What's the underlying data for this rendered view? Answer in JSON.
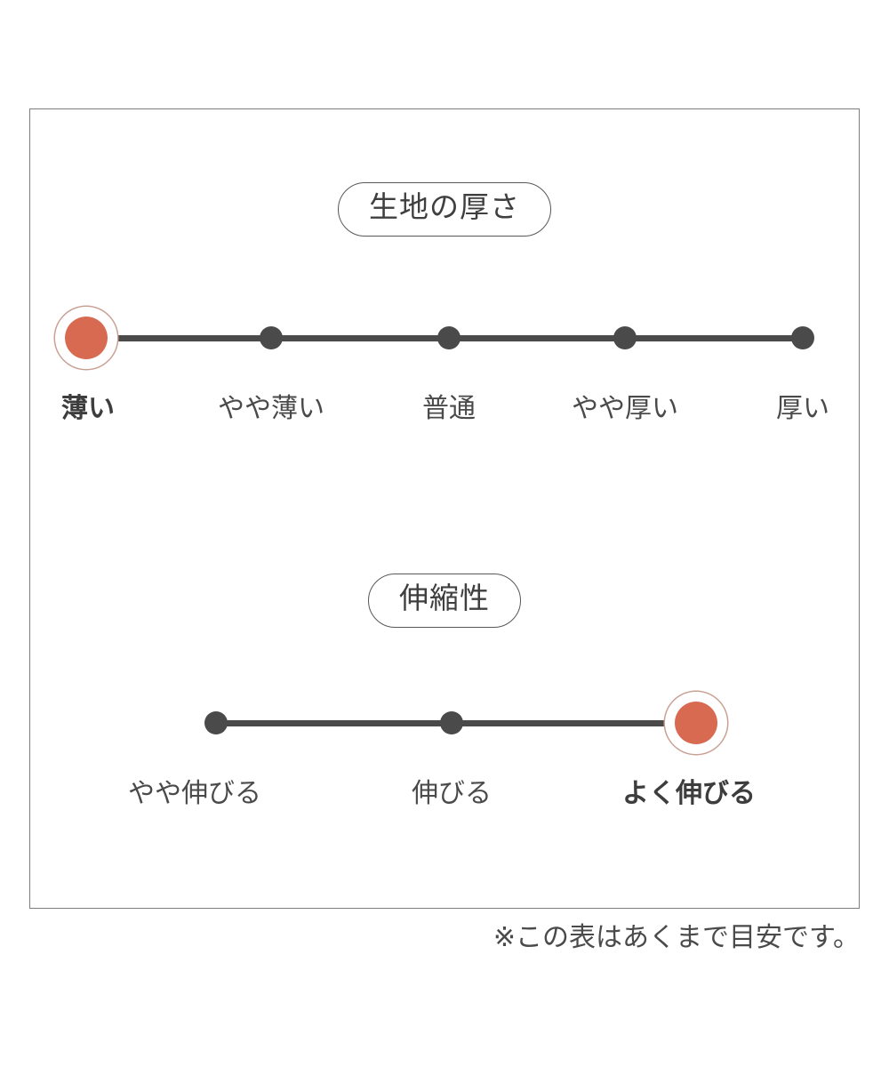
{
  "frame": {
    "present": true
  },
  "sections": [
    {
      "id": "fabric-thickness",
      "title": "生地の厚さ",
      "labels": [
        "薄い",
        "やや薄い",
        "普通",
        "やや厚い",
        "厚い"
      ],
      "selected_index": 0,
      "selected_label": "薄い"
    },
    {
      "id": "stretchiness",
      "title": "伸縮性",
      "labels": [
        "やや伸びる",
        "伸びる",
        "よく伸びる"
      ],
      "selected_index": 2,
      "selected_label": "よく伸びる"
    }
  ],
  "footnote": "※この表はあくまで目安です。",
  "colors": {
    "accent": "#d96a52",
    "accent_ring": "#c9a193",
    "track": "#4a4a4a",
    "node": "#4a4a4a",
    "text": "#4a4a4a",
    "frame_border": "#7d7d7d",
    "pill_border": "#575757",
    "background": "#ffffff"
  },
  "chart_data": {
    "type": "scale",
    "title": "",
    "charts": [
      {
        "type": "scale",
        "title": "生地の厚さ",
        "categories": [
          "薄い",
          "やや薄い",
          "普通",
          "やや厚い",
          "厚い"
        ],
        "values": [
          1,
          0,
          0,
          0,
          0
        ],
        "selected": "薄い",
        "selected_index": 0,
        "steps": 5,
        "xlabel": "",
        "ylabel": "",
        "legend": "none",
        "grid": false
      },
      {
        "type": "scale",
        "title": "伸縮性",
        "categories": [
          "やや伸びる",
          "伸びる",
          "よく伸びる"
        ],
        "values": [
          0,
          0,
          1
        ],
        "selected": "よく伸びる",
        "selected_index": 2,
        "steps": 3,
        "xlabel": "",
        "ylabel": "",
        "legend": "none",
        "grid": false
      }
    ],
    "annotations": [
      "※この表はあくまで目安です。"
    ]
  }
}
